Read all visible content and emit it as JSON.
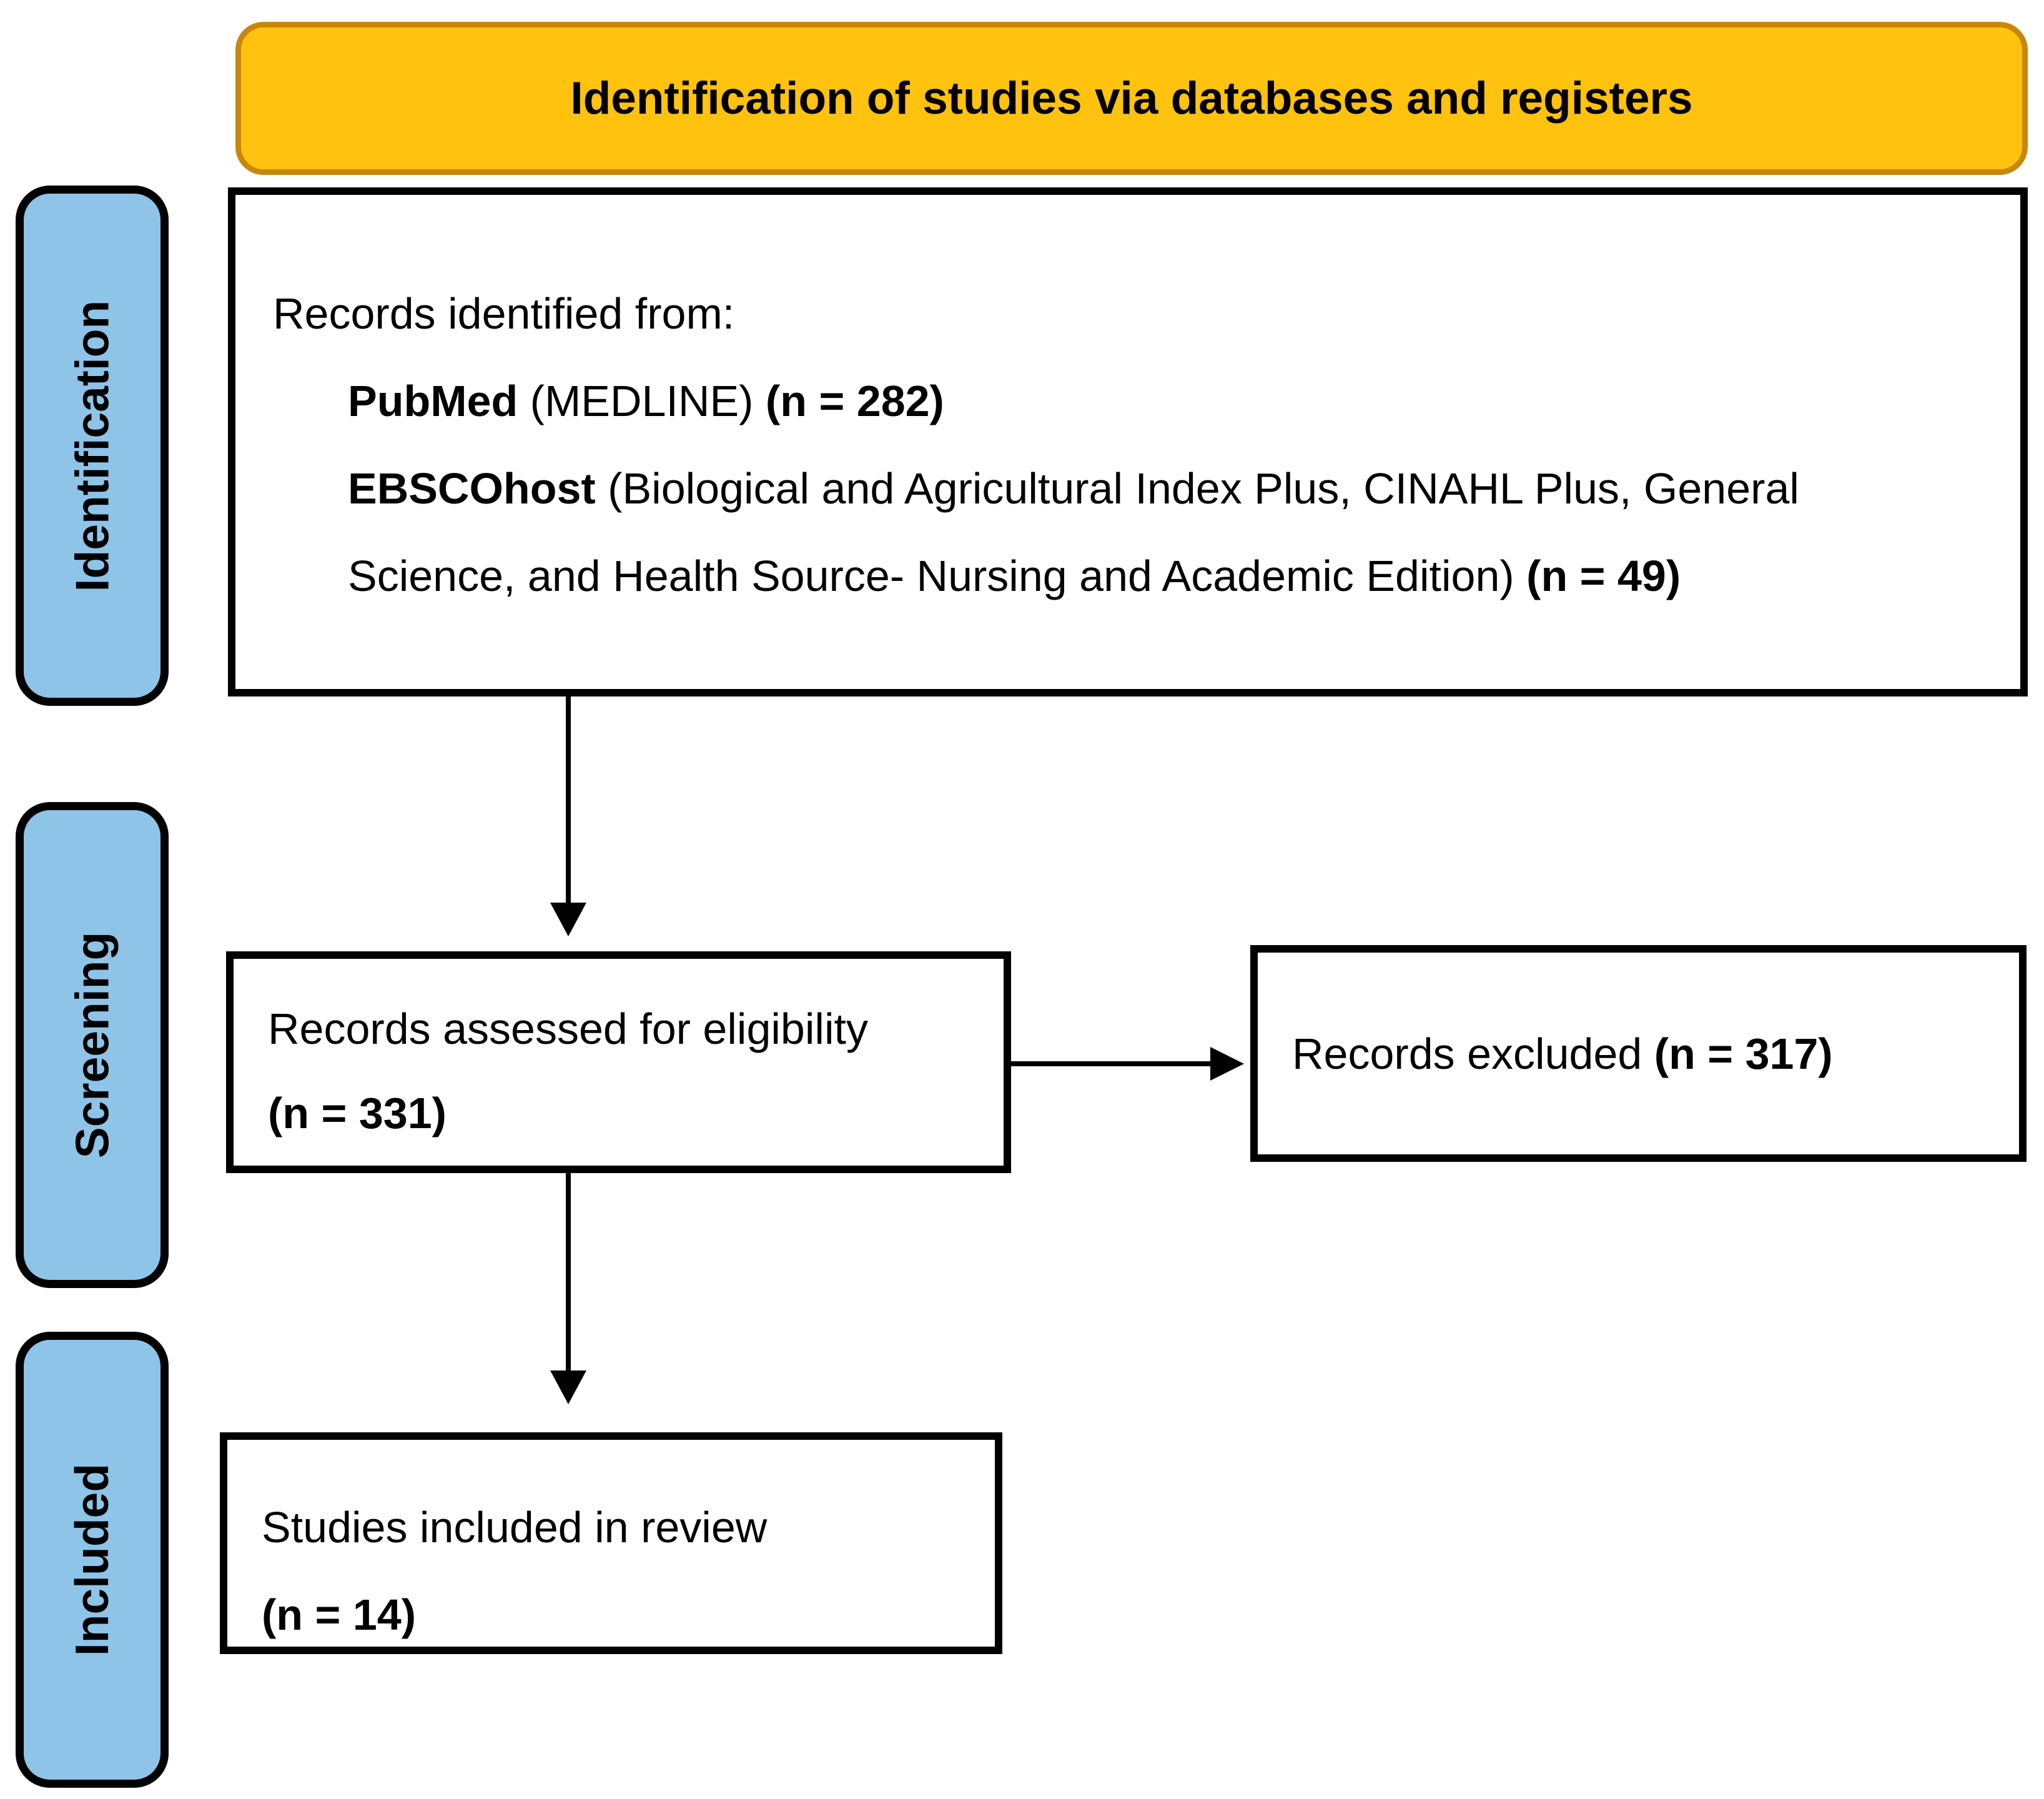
{
  "header": {
    "title": "Identification of studies via databases and registers"
  },
  "sidebar": {
    "items": [
      {
        "label": "Identification"
      },
      {
        "label": "Screening"
      },
      {
        "label": "Included"
      }
    ]
  },
  "boxes": {
    "identified": {
      "intro": "Records identified from:",
      "sources": [
        {
          "name": "PubMed",
          "detail": " (MEDLINE) ",
          "count": "(n = 282)"
        },
        {
          "name": "EBSCOhost",
          "detail": " (Biological and Agricultural Index Plus, CINAHL Plus, General Science, and Health Source- Nursing and Academic Edition) ",
          "count": "(n = 49)"
        }
      ]
    },
    "assessed": {
      "label": "Records assessed for eligibility",
      "count": "(n = 331)"
    },
    "excluded": {
      "label": "Records excluded ",
      "count": "(n = 317)"
    },
    "included": {
      "label": "Studies included in review",
      "count": "(n = 14)"
    }
  },
  "colors": {
    "banner_fill": "#FFC20E",
    "banner_border": "#C8870B",
    "stage_label_fill": "#8EC4E8",
    "box_border": "#000000",
    "text": "#000000"
  }
}
